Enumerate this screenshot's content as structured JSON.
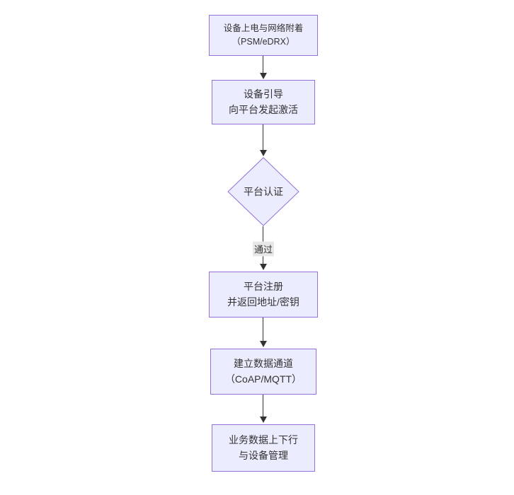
{
  "diagram": {
    "type": "flowchart-top-down",
    "colors": {
      "canvas_bg": "#FFFFFF",
      "node_fill": "#ECECFF",
      "node_border": "#9370DB",
      "edge_color": "#333333",
      "text_color": "#333333",
      "edge_label_bg": "#E8E8E8"
    },
    "nodes": {
      "power_attach": {
        "line1": "设备上电与网络附着",
        "line2": "（PSM/eDRX）"
      },
      "bootstrap": {
        "line1": "设备引导",
        "line2": "向平台发起激活"
      },
      "auth_decision": {
        "label": "平台认证"
      },
      "register": {
        "line1": "平台注册",
        "line2": "并返回地址/密钥"
      },
      "data_channel": {
        "line1": "建立数据通道",
        "line2": "（CoAP/MQTT）"
      },
      "business": {
        "line1": "业务数据上下行",
        "line2": "与设备管理"
      }
    },
    "edges": [
      {
        "from": "power_attach",
        "to": "bootstrap",
        "label": ""
      },
      {
        "from": "bootstrap",
        "to": "auth_decision",
        "label": ""
      },
      {
        "from": "auth_decision",
        "to": "register",
        "label": "通过"
      },
      {
        "from": "register",
        "to": "data_channel",
        "label": ""
      },
      {
        "from": "data_channel",
        "to": "business",
        "label": ""
      }
    ]
  }
}
